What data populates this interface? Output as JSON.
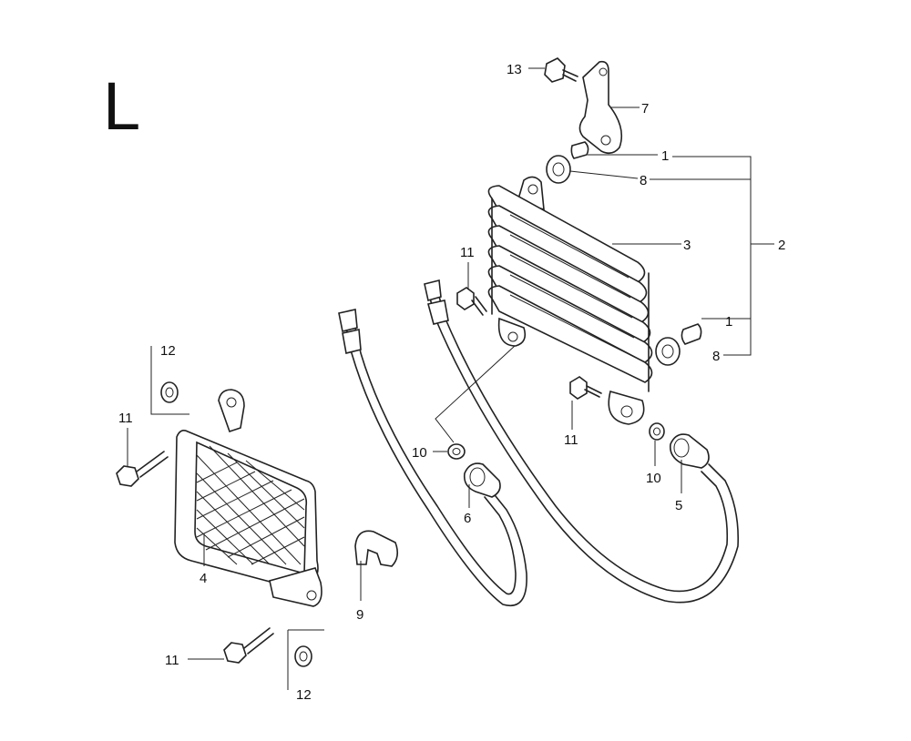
{
  "section_letter": "L",
  "callouts": {
    "c13": "13",
    "c7": "7",
    "c1a": "1",
    "c8a": "8",
    "c3": "3",
    "c2": "2",
    "c11a": "11",
    "c1b": "1",
    "c8b": "8",
    "c12a": "12",
    "c11b": "11",
    "c10a": "10",
    "c11c": "11",
    "c10b": "10",
    "c6": "6",
    "c5": "5",
    "c4": "4",
    "c9": "9",
    "c11d": "11",
    "c12b": "12"
  }
}
